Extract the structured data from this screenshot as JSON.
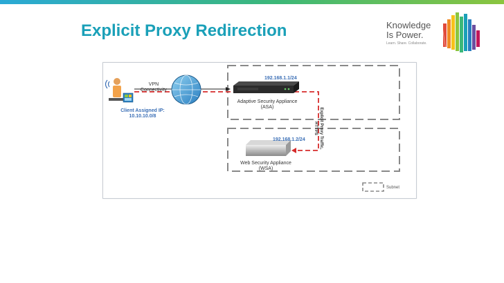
{
  "title": "Explicit Proxy Redirection",
  "logo": {
    "line1": "Knowledge",
    "line2": "Is Power.",
    "tagline": "Learn. Share. Collaborate."
  },
  "diagram": {
    "vpn_label": [
      "VPN",
      "Connectivity"
    ],
    "client_label": [
      "Client Assigned IP:",
      "10.10.10.0/8"
    ],
    "asa_ip": "192.168.1.1/24",
    "asa_label": [
      "Adaptive Security Appliance",
      "(ASA)"
    ],
    "wsa_ip": "192.168.1.2/24",
    "wsa_label": [
      "Web Security Appliance",
      "(WSA)"
    ],
    "traffic_label": [
      "Explicit Proxy Traffic,",
      "HTTPS"
    ],
    "legend_subnet": "Subnet"
  },
  "colors": {
    "title": "#1aa0b8",
    "ip_text": "#3b6fb6",
    "redirect_line": "#d62b2b",
    "subnet_border": "#888888"
  },
  "icons": [
    "user-laptop-icon",
    "globe-icon",
    "asa-device-icon",
    "wsa-device-icon",
    "canada-map-logo-icon"
  ]
}
